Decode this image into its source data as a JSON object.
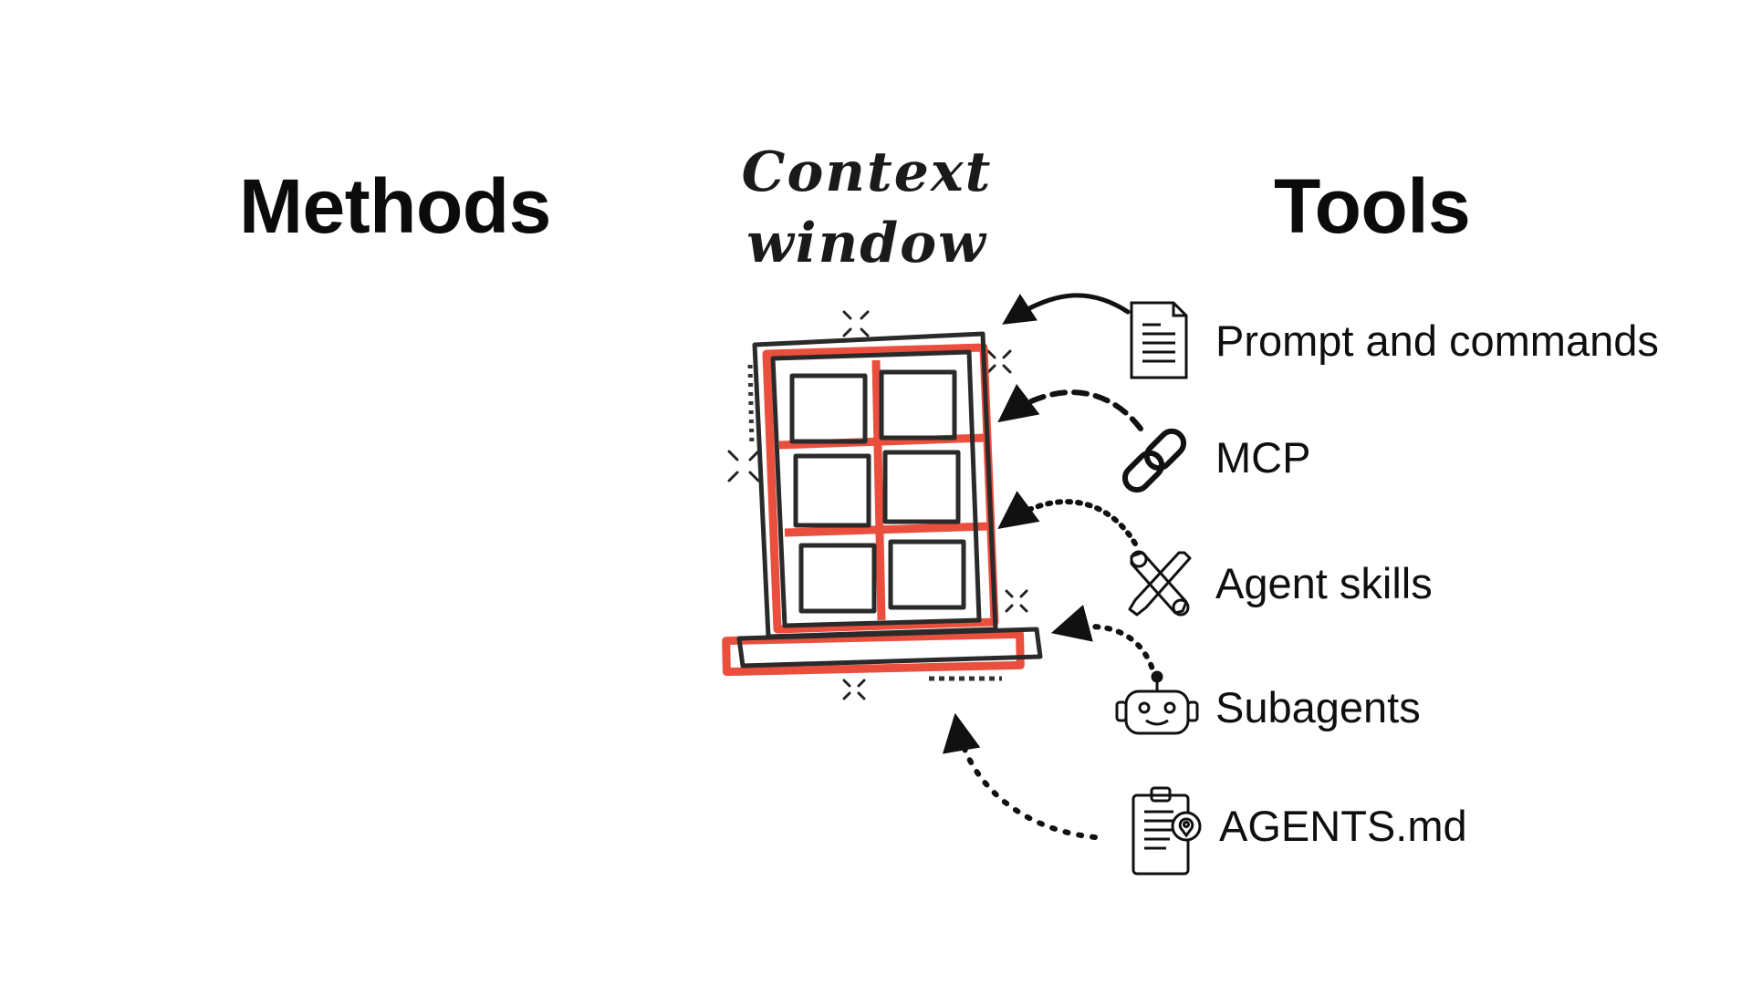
{
  "headings": {
    "methods": "Methods",
    "tools": "Tools"
  },
  "context_window": {
    "line1": "Context",
    "line2": "window",
    "icon": "window-icon",
    "accent_color": "#ea4f3d"
  },
  "tools": [
    {
      "label": "Prompt and commands",
      "icon": "document-icon",
      "arrow": "solid"
    },
    {
      "label": "MCP",
      "icon": "link-icon",
      "arrow": "dashed"
    },
    {
      "label": "Agent skills",
      "icon": "wrench-icon",
      "arrow": "dotted"
    },
    {
      "label": "Subagents",
      "icon": "robot-icon",
      "arrow": "dotted"
    },
    {
      "label": "AGENTS.md",
      "icon": "clipboard-icon",
      "arrow": "dotted"
    }
  ]
}
